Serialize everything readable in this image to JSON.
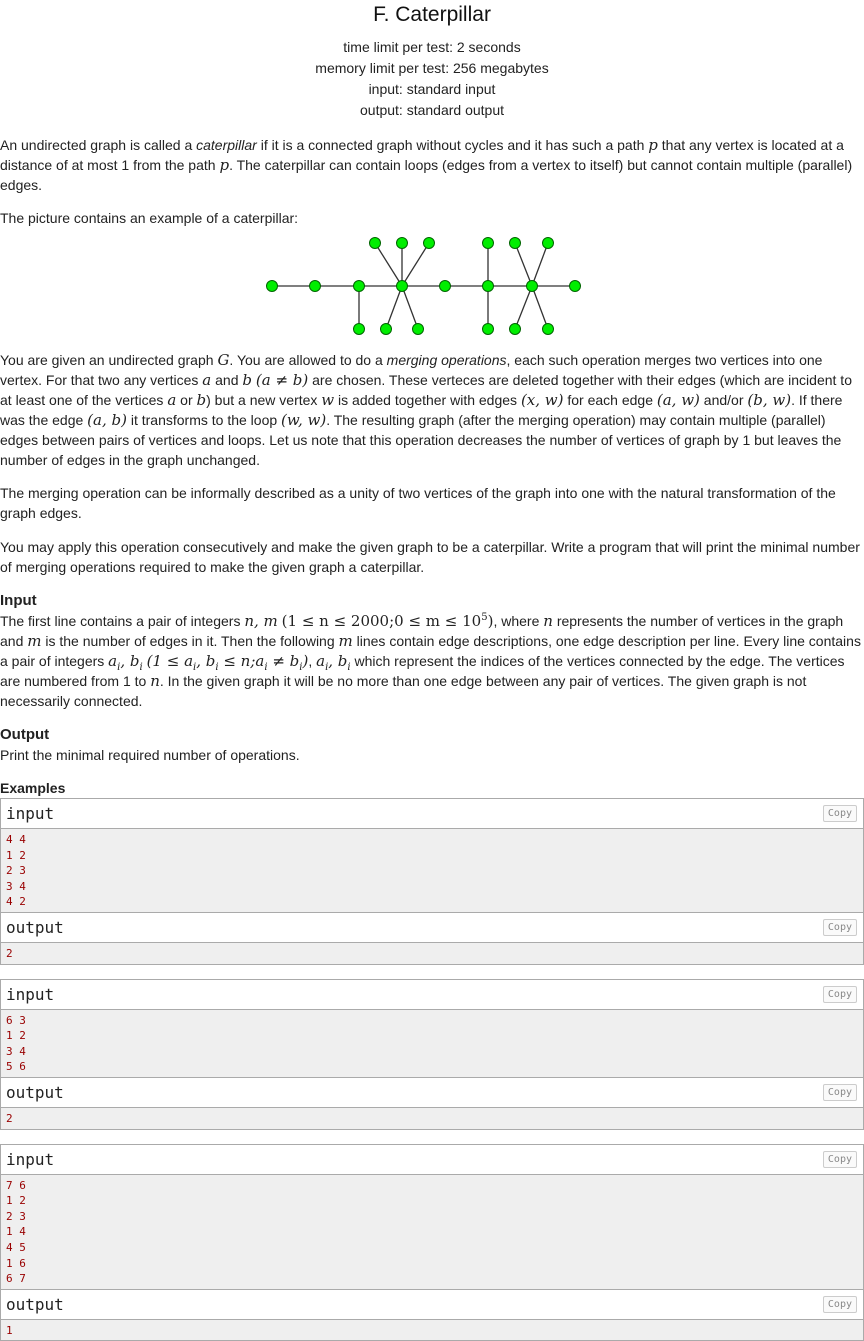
{
  "header": {
    "title": "F. Caterpillar",
    "time_limit": "time limit per test: 2 seconds",
    "memory_limit": "memory limit per test: 256 megabytes",
    "input": "input: standard input",
    "output": "output: standard output"
  },
  "statement": {
    "p1_a": "An undirected graph is called a ",
    "p1_em": "caterpillar",
    "p1_b": " if it is a connected graph without cycles and it has such a path ",
    "p1_c": " that any vertex is located at a distance of at most 1 from the path ",
    "p1_d": ". The caterpillar can contain loops (edges from a vertex to itself) but cannot contain multiple (parallel) edges.",
    "p2": "The picture contains an example of a caterpillar:",
    "p3_a": "You are given an undirected graph ",
    "p3_b": ". You are allowed to do a ",
    "p3_em": "merging operations",
    "p3_c": ", each such operation merges two vertices into one vertex. For that two any vertices ",
    "p3_d": " and ",
    "p3_e": " are chosen. These verteces are deleted together with their edges (which are incident to at least one of the vertices ",
    "p3_f": " or ",
    "p3_g": ") but a new vertex ",
    "p3_h": " is added together with edges ",
    "p3_i": " for each edge ",
    "p3_j": " and/or ",
    "p3_k": ". If there was the edge ",
    "p3_l": " it transforms to the loop ",
    "p3_m": ". The resulting graph (after the merging operation) may contain multiple (parallel) edges between pairs of vertices and loops. Let us note that this operation decreases the number of vertices of graph by 1 but leaves the number of edges in the graph unchanged.",
    "p4": "The merging operation can be informally described as a unity of two vertices of the graph into one with the natural transformation of the graph edges.",
    "p5": "You may apply this operation consecutively and make the given graph to be a caterpillar. Write a program that will print the minimal number of merging operations required to make the given graph a caterpillar."
  },
  "math": {
    "p": "p",
    "G": "G",
    "a": "a",
    "b": "b",
    "a_ne_b": "(a ≠ b)",
    "w": "w",
    "xw": "(x, w)",
    "aw": "(a, w)",
    "bw": "(b, w)",
    "ab": "(a, b)",
    "ww": "(w, w)",
    "nm": "n, m",
    "n": "n",
    "m": "m",
    "constraint_nm": "(1 ≤ n ≤ 2000;0 ≤ m ≤ 10",
    "constraint_nm_exp": "5",
    "ai_bi": "a",
    "constraint_ab": "(1 ≤ a",
    "ab_tail": "n;a"
  },
  "input_section": {
    "title": "Input",
    "t_a": "The first line contains a pair of integers ",
    "t_b": ", where ",
    "t_c": " represents the number of vertices in the graph and ",
    "t_d": " is the number of edges in it. Then the following ",
    "t_e": " lines contain edge descriptions, one edge description per line. Every line contains a pair of integers ",
    "t_f": " which represent the indices of the vertices connected by the edge. The vertices are numbered from 1 to ",
    "t_g": ". In the given graph it will be no more than one edge between any pair of vertices. The given graph is not necessarily connected."
  },
  "output_section": {
    "title": "Output",
    "text": "Print the minimal required number of operations."
  },
  "examples": {
    "title": "Examples",
    "copy_label": "Copy",
    "input_label": "input",
    "output_label": "output",
    "samples": [
      {
        "input": [
          "4 4",
          "1 2",
          "2 3",
          "3 4",
          "4 2"
        ],
        "output": [
          "2"
        ]
      },
      {
        "input": [
          "6 3",
          "1 2",
          "3 4",
          "5 6"
        ],
        "output": [
          "2"
        ]
      },
      {
        "input": [
          "7 6",
          "1 2",
          "2 3",
          "1 4",
          "4 5",
          "1 6",
          "6 7"
        ],
        "output": [
          "1"
        ]
      }
    ]
  },
  "figure": {
    "node_color": "#00ee00",
    "node_stroke": "#006600",
    "edge_color": "#333333"
  }
}
